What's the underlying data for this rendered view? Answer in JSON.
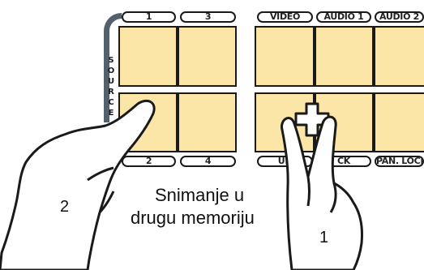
{
  "top_tabs_left": [
    "1",
    "3"
  ],
  "top_tabs_right": [
    "VIDEO",
    "AUDIO 1",
    "AUDIO 2"
  ],
  "bottom_tabs_left": [
    "2",
    "4"
  ],
  "bottom_tabs_right": [
    "UN",
    "CK",
    "PAN. LOCK"
  ],
  "source_label": [
    "S",
    "O",
    "U",
    "R",
    "C",
    "E"
  ],
  "caption_lines": [
    "Snimanje u",
    "drugu memoriju"
  ],
  "step_labels": {
    "left_hand": "2",
    "right_hand": "1"
  },
  "colors": {
    "pad_fill": "#fbe6a7",
    "outline": "#1a1a1a",
    "source_bar": "#53616d"
  },
  "icons": [
    "plus-cross-icon"
  ]
}
